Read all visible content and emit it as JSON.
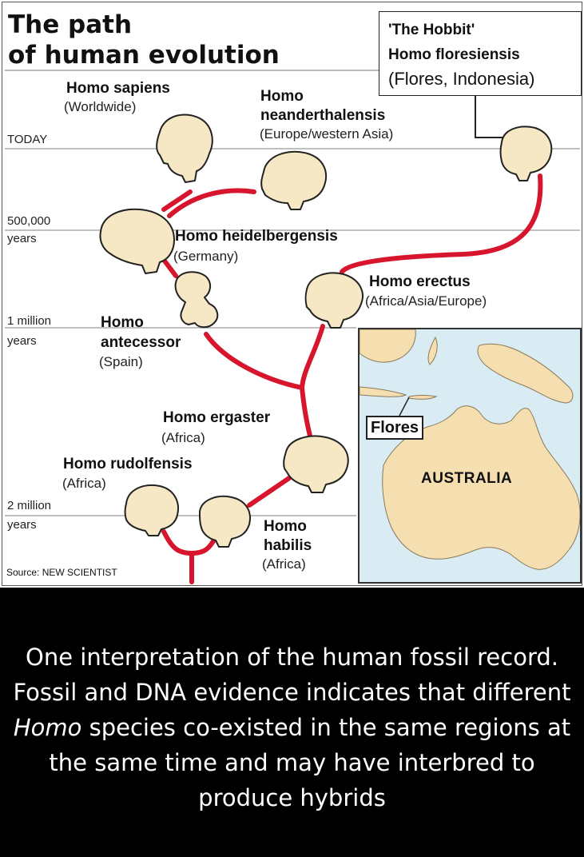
{
  "figure": {
    "title_line1": "The path",
    "title_line2": "of human evolution",
    "timeline": {
      "today": "TODAY",
      "t500k_value": "500,000",
      "t500k_unit": "years",
      "t1m_value": "1 million",
      "t1m_unit": "years",
      "t2m_value": "2 million",
      "t2m_unit": "years"
    },
    "species": {
      "sapiens": {
        "name": "Homo sapiens",
        "region": "(Worldwide)"
      },
      "neanderthalensis": {
        "name_line1": "Homo",
        "name_line2": "neanderthalensis",
        "region": "(Europe/western Asia)"
      },
      "floresiensis": {
        "nickname": "'The Hobbit'",
        "name": "Homo floresiensis",
        "region": "(Flores, Indonesia)"
      },
      "heidelbergensis": {
        "name": "Homo heidelbergensis",
        "region": "(Germany)"
      },
      "erectus": {
        "name": "Homo erectus",
        "region": "(Africa/Asia/Europe)"
      },
      "antecessor": {
        "name_line1": "Homo",
        "name_line2": "antecessor",
        "region": "(Spain)"
      },
      "ergaster": {
        "name": "Homo ergaster",
        "region": "(Africa)"
      },
      "rudolfensis": {
        "name": "Homo rudolfensis",
        "region": "(Africa)"
      },
      "habilis": {
        "name_line1": "Homo",
        "name_line2": "habilis",
        "region": "(Africa)"
      }
    },
    "map": {
      "flores_label": "Flores",
      "australia_label": "AUSTRALIA"
    },
    "source": "Source: NEW SCIENTIST",
    "colors": {
      "lineage": "#d7162d",
      "skull_fill": "#f6e7c5",
      "land": "#f5deb0",
      "sea": "#d9ecf4"
    }
  },
  "caption": {
    "before_italic": "One interpretation of the human fossil record. Fossil and DNA evidence indicates that different ",
    "italic": "Homo",
    "after_italic": " species co-existed in the same regions at the same time and may have interbred to produce hybrids"
  }
}
